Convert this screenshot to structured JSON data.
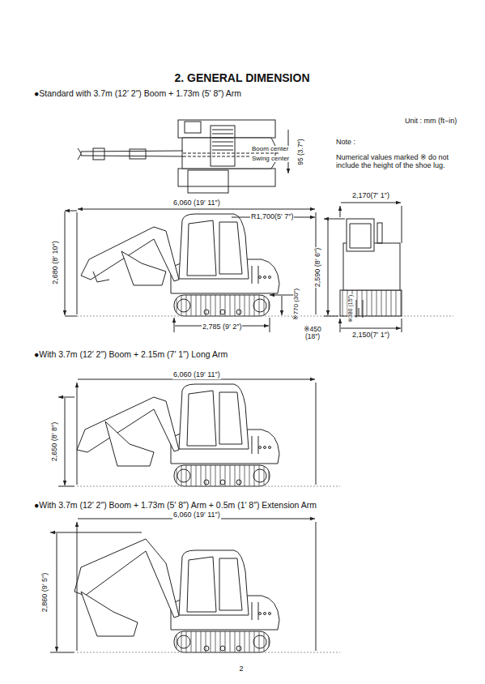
{
  "diagram": {
    "title": "2. GENERAL DIMENSION",
    "labels": [
      "●Standard with 3.7m (12′ 2″) Boom + 1.73m (5′ 8″) Arm",
      "Unit : mm (ft−in)",
      "Note :",
      "Numerical values marked ※ do not include the height of the shoe lug.",
      "95 (3.7″)",
      "Boom center",
      "Swing center",
      "6,060 (19′ 11″)",
      "R1,700(5′ 7″)",
      "2,680 (8′ 10″)",
      "※770 (30″)",
      "2,785 (9′ 2″)",
      "2,170(7′ 1″)",
      "2,590 (8′ 6″)",
      "※380 (15″)",
      "※450 (18″)",
      "2,150(7′ 1″)",
      "●With 3.7m (12′ 2″) Boom + 2.15m (7′ 1″) Long Arm",
      "6,060 (19′ 11″)",
      "2,650 (8′ 8″)",
      "●With 3.7m (12′ 2″) Boom + 1.73m (5′ 8″) Arm + 0.5m (1′ 8″) Extension Arm",
      "6,060 (19′ 11″)",
      "2,860 (9′ 5″)",
      "2"
    ]
  }
}
